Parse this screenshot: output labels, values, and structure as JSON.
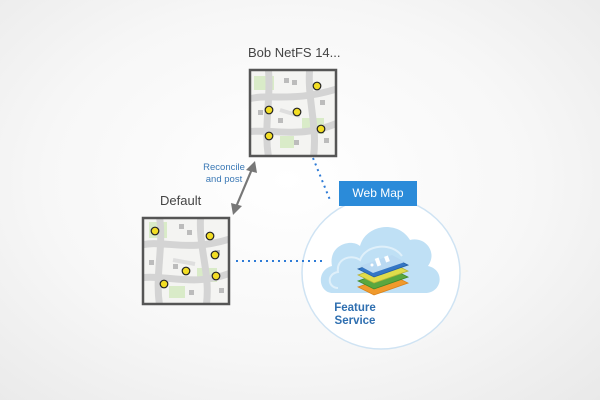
{
  "labels": {
    "version_top": "Bob NetFS 14...",
    "version_default": "Default",
    "reconcile_line1": "Reconcile",
    "reconcile_line2": "and post",
    "web_map": "Web Map",
    "feature_line1": "Feature",
    "feature_line2": "Service"
  },
  "colors": {
    "map_frame": "#555555",
    "connector": "#2e7bd6",
    "web_map_bg": "#2b8bd9",
    "cloud_fill": "#bfe0f5",
    "cloud_ring": "#cfe3f3",
    "arrow": "#777777",
    "map_road": "#d4d4d4",
    "map_park": "#d9ebc8",
    "map_poi_fill": "#f2dd24"
  },
  "icons": [
    "map-thumbnail-icon",
    "double-arrow-icon",
    "cloud-icon",
    "layer-stack-icon"
  ]
}
